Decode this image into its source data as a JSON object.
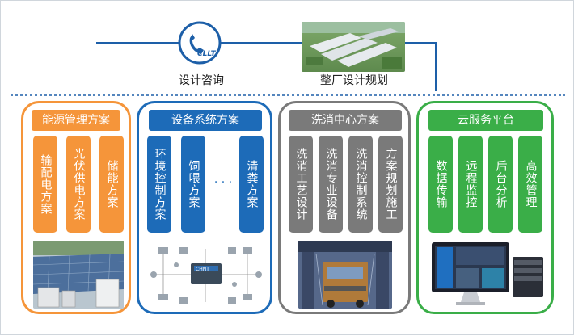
{
  "top": {
    "consult_label": "设计咨询",
    "logo_text": "CLLT",
    "plan_label": "整厂设计规划"
  },
  "panels": [
    {
      "title": "能源管理方案",
      "color": "#f5953a",
      "items": [
        "输配电方案",
        "光伏供电方案",
        "储能方案"
      ]
    },
    {
      "title": "设备系统方案",
      "color": "#1d6bb8",
      "items": [
        "环境控制方案",
        "饲喂方案",
        "清粪方案"
      ],
      "ellipsis": "· · ·",
      "brand": "CHNT"
    },
    {
      "title": "洗消中心方案",
      "color": "#7a7a7a",
      "items": [
        "洗消工艺设计",
        "洗消专业设备",
        "洗消控制系统",
        "方案规划施工"
      ]
    },
    {
      "title": "云服务平台",
      "color": "#3aae48",
      "items": [
        "数据传输",
        "远程监控",
        "后台分析",
        "高效管理"
      ]
    }
  ]
}
